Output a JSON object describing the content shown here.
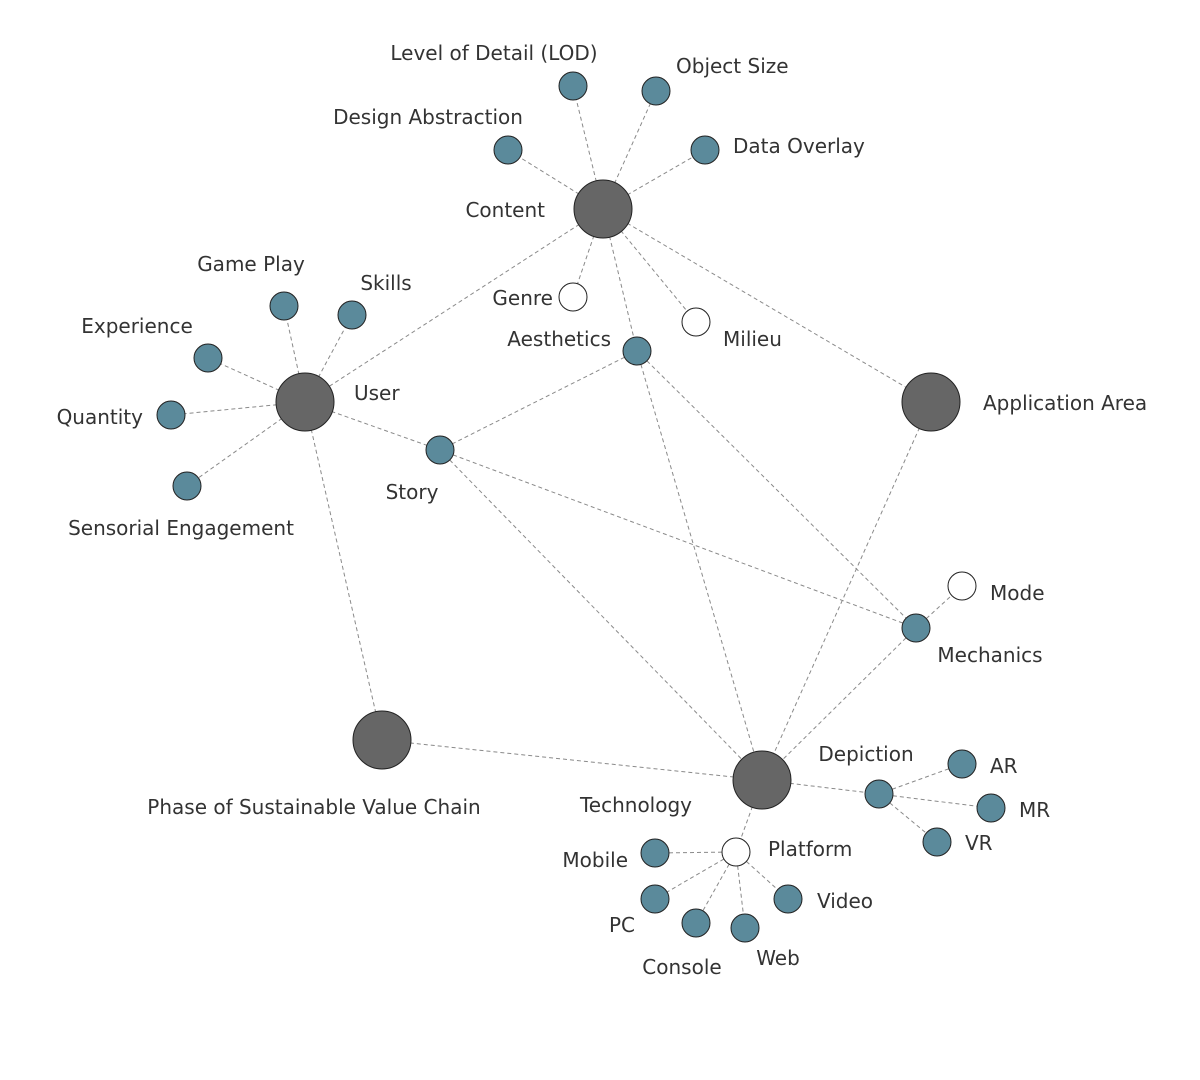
{
  "colors": {
    "hub": "#666666",
    "leaf": "#5b8a9b",
    "open": "#ffffff",
    "edge": "#8a8a8a",
    "text": "#333333"
  },
  "diagram": {
    "nodes": [
      {
        "id": "content",
        "label": "Content",
        "kind": "hub"
      },
      {
        "id": "user",
        "label": "User",
        "kind": "hub"
      },
      {
        "id": "application-area",
        "label": "Application Area",
        "kind": "hub"
      },
      {
        "id": "phase",
        "label": "Phase of Sustainable Value Chain",
        "kind": "hub"
      },
      {
        "id": "technology",
        "label": "Technology",
        "kind": "hub"
      },
      {
        "id": "lod",
        "label": "Level of Detail (LOD)",
        "kind": "leaf"
      },
      {
        "id": "object-size",
        "label": "Object Size",
        "kind": "leaf"
      },
      {
        "id": "design-abstraction",
        "label": "Design Abstraction",
        "kind": "leaf"
      },
      {
        "id": "data-overlay",
        "label": "Data Overlay",
        "kind": "leaf"
      },
      {
        "id": "genre",
        "label": "Genre",
        "kind": "open"
      },
      {
        "id": "milieu",
        "label": "Milieu",
        "kind": "open"
      },
      {
        "id": "aesthetics",
        "label": "Aesthetics",
        "kind": "leaf"
      },
      {
        "id": "game-play",
        "label": "Game Play",
        "kind": "leaf"
      },
      {
        "id": "skills",
        "label": "Skills",
        "kind": "leaf"
      },
      {
        "id": "experience",
        "label": "Experience",
        "kind": "leaf"
      },
      {
        "id": "quantity",
        "label": "Quantity",
        "kind": "leaf"
      },
      {
        "id": "sensorial-engagement",
        "label": "Sensorial Engagement",
        "kind": "leaf"
      },
      {
        "id": "story",
        "label": "Story",
        "kind": "leaf"
      },
      {
        "id": "mode",
        "label": "Mode",
        "kind": "open"
      },
      {
        "id": "mechanics",
        "label": "Mechanics",
        "kind": "leaf"
      },
      {
        "id": "depiction",
        "label": "Depiction",
        "kind": "leaf"
      },
      {
        "id": "ar",
        "label": "AR",
        "kind": "leaf"
      },
      {
        "id": "mr",
        "label": "MR",
        "kind": "leaf"
      },
      {
        "id": "vr",
        "label": "VR",
        "kind": "leaf"
      },
      {
        "id": "platform",
        "label": "Platform",
        "kind": "open"
      },
      {
        "id": "mobile",
        "label": "Mobile",
        "kind": "leaf"
      },
      {
        "id": "pc",
        "label": "PC",
        "kind": "leaf"
      },
      {
        "id": "console",
        "label": "Console",
        "kind": "leaf"
      },
      {
        "id": "web",
        "label": "Web",
        "kind": "leaf"
      },
      {
        "id": "video",
        "label": "Video",
        "kind": "leaf"
      }
    ],
    "edges": [
      [
        "content",
        "lod"
      ],
      [
        "content",
        "object-size"
      ],
      [
        "content",
        "design-abstraction"
      ],
      [
        "content",
        "data-overlay"
      ],
      [
        "content",
        "genre"
      ],
      [
        "content",
        "milieu"
      ],
      [
        "content",
        "aesthetics"
      ],
      [
        "content",
        "user"
      ],
      [
        "content",
        "application-area"
      ],
      [
        "user",
        "game-play"
      ],
      [
        "user",
        "skills"
      ],
      [
        "user",
        "experience"
      ],
      [
        "user",
        "quantity"
      ],
      [
        "user",
        "sensorial-engagement"
      ],
      [
        "user",
        "story"
      ],
      [
        "user",
        "phase"
      ],
      [
        "aesthetics",
        "story"
      ],
      [
        "aesthetics",
        "mechanics"
      ],
      [
        "aesthetics",
        "technology"
      ],
      [
        "story",
        "mechanics"
      ],
      [
        "story",
        "technology"
      ],
      [
        "mechanics",
        "mode"
      ],
      [
        "mechanics",
        "technology"
      ],
      [
        "application-area",
        "technology"
      ],
      [
        "phase",
        "technology"
      ],
      [
        "technology",
        "depiction"
      ],
      [
        "technology",
        "platform"
      ],
      [
        "depiction",
        "ar"
      ],
      [
        "depiction",
        "mr"
      ],
      [
        "depiction",
        "vr"
      ],
      [
        "platform",
        "mobile"
      ],
      [
        "platform",
        "pc"
      ],
      [
        "platform",
        "console"
      ],
      [
        "platform",
        "web"
      ],
      [
        "platform",
        "video"
      ]
    ]
  }
}
